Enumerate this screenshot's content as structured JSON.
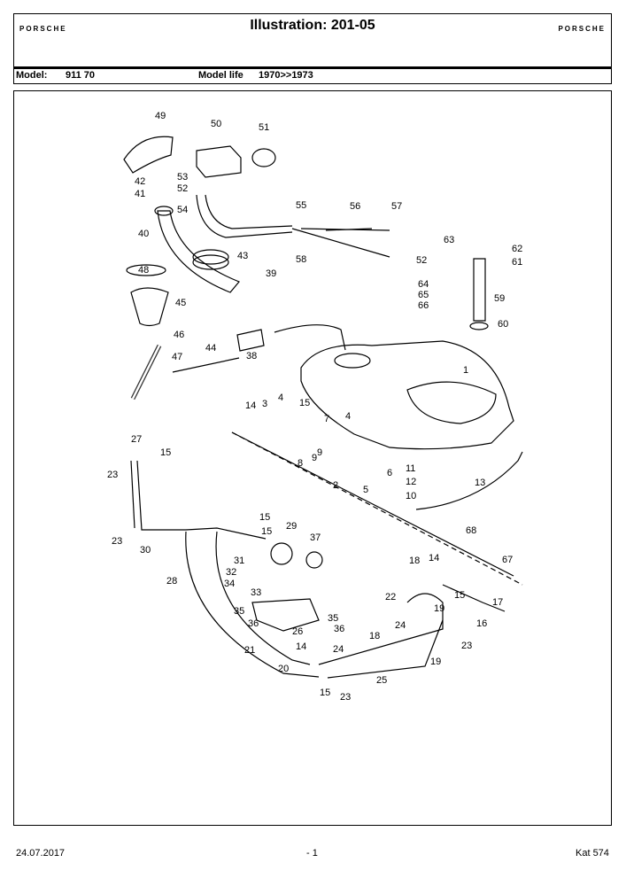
{
  "header": {
    "brand_left": "PORSCHE",
    "brand_right": "PORSCHE",
    "title": "Illustration: 201-05",
    "model_label": "Model:",
    "model_value": "911 70",
    "model_life_label": "Model life",
    "model_life_value": "1970>>1973"
  },
  "callouts": [
    "49",
    "50",
    "51",
    "53",
    "52",
    "42",
    "41",
    "54",
    "55",
    "56",
    "57",
    "40",
    "43",
    "58",
    "52",
    "63",
    "62",
    "61",
    "48",
    "39",
    "45",
    "64",
    "65",
    "66",
    "59",
    "46",
    "44",
    "47",
    "38",
    "60",
    "1",
    "14",
    "3",
    "4",
    "15",
    "8",
    "7",
    "9",
    "9",
    "4",
    "6",
    "5",
    "2",
    "27",
    "15",
    "23",
    "23",
    "29",
    "37",
    "31",
    "32",
    "34",
    "33",
    "35",
    "36",
    "28",
    "30",
    "15",
    "15",
    "14",
    "18",
    "14",
    "22",
    "19",
    "15",
    "17",
    "16",
    "21",
    "20",
    "26",
    "35",
    "36",
    "24",
    "24",
    "18",
    "19",
    "23",
    "25",
    "15",
    "23",
    "11",
    "12",
    "10",
    "13",
    "68",
    "67"
  ],
  "footer": {
    "date": "24.07.2017",
    "page": "- 1",
    "catalog": "Kat 574"
  }
}
